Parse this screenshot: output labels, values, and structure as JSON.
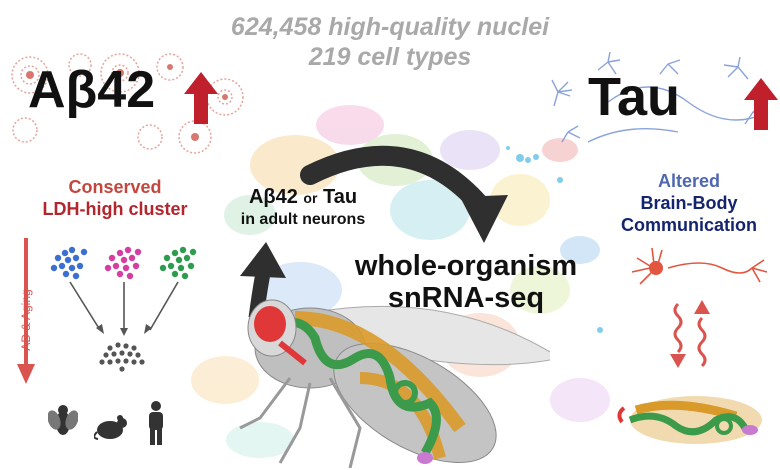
{
  "stats": {
    "nuclei": "624,458 high-quality nuclei",
    "cell_types": "219 cell types"
  },
  "abeta": {
    "label": "Aβ42"
  },
  "tau": {
    "label": "Tau"
  },
  "left_panel": {
    "heading_line1": "Conserved",
    "heading_line2": "LDH-high cluster",
    "axis_label": "AD & Aging",
    "organisms": [
      "fly-icon",
      "mouse-icon",
      "human-icon"
    ]
  },
  "center": {
    "expr_line1_a": "Aβ42",
    "expr_line1_or": "or",
    "expr_line1_b": "Tau",
    "expr_line2": "in adult neurons",
    "method_line1": "whole-organism",
    "method_line2": "snRNA-seq"
  },
  "right_panel": {
    "heading_line1": "Altered",
    "heading_line2": "Brain-Body",
    "heading_line3": "Communication"
  },
  "colors": {
    "up_arrow": "#c0202b",
    "stats_gray": "#a9a9a9",
    "conserved_red": "#b3262d",
    "communication_blue": "#15246e",
    "altered_blue": "#4f67b0",
    "brain_red": "#e03838",
    "gut_green": "#3c9a4b",
    "fat_body_orange": "#d99a2a"
  }
}
